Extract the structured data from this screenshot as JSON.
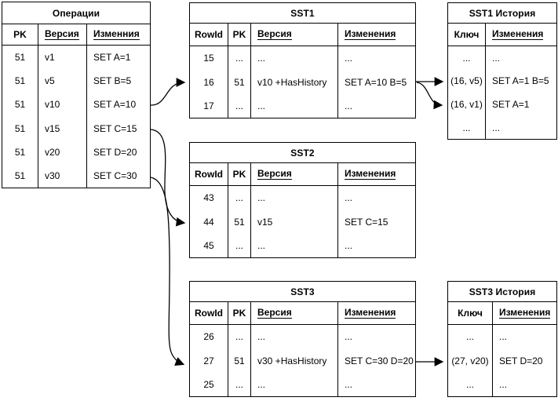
{
  "colors": {
    "line": "#000000",
    "background": "#ffffff"
  },
  "tables": {
    "operations": {
      "title": "Операции",
      "headers": [
        "PK",
        "Версия",
        "Изменния"
      ],
      "rows": [
        [
          "51",
          "v1",
          "SET A=1"
        ],
        [
          "51",
          "v5",
          "SET B=5"
        ],
        [
          "51",
          "v10",
          "SET A=10"
        ],
        [
          "51",
          "v15",
          "SET C=15"
        ],
        [
          "51",
          "v20",
          "SET D=20"
        ],
        [
          "51",
          "v30",
          "SET C=30"
        ]
      ]
    },
    "sst1": {
      "title": "SST1",
      "headers": [
        "RowId",
        "PK",
        "Версия",
        "Изменения"
      ],
      "rows": [
        [
          "15",
          "...",
          "...",
          "..."
        ],
        [
          "16",
          "51",
          "v10 +HasHistory",
          "SET A=10 B=5"
        ],
        [
          "17",
          "...",
          "...",
          "..."
        ]
      ]
    },
    "sst1_history": {
      "title": "SST1 История",
      "headers": [
        "Ключ",
        "Изменения"
      ],
      "rows": [
        [
          "...",
          "..."
        ],
        [
          "(16, v5)",
          "SET A=1 B=5"
        ],
        [
          "(16, v1)",
          "SET A=1"
        ],
        [
          "...",
          "..."
        ]
      ]
    },
    "sst2": {
      "title": "SST2",
      "headers": [
        "RowId",
        "PK",
        "Версия",
        "Изменения"
      ],
      "rows": [
        [
          "43",
          "...",
          "...",
          "..."
        ],
        [
          "44",
          "51",
          "v15",
          "SET C=15"
        ],
        [
          "45",
          "...",
          "...",
          "..."
        ]
      ]
    },
    "sst3": {
      "title": "SST3",
      "headers": [
        "RowId",
        "PK",
        "Версия",
        "Изменения"
      ],
      "rows": [
        [
          "26",
          "...",
          "...",
          "..."
        ],
        [
          "27",
          "51",
          "v30 +HasHistory",
          "SET C=30 D=20"
        ],
        [
          "25",
          "...",
          "...",
          "..."
        ]
      ]
    },
    "sst3_history": {
      "title": "SST3 История",
      "headers": [
        "Ключ",
        "Изменения"
      ],
      "rows": [
        [
          "...",
          "..."
        ],
        [
          "(27, v20)",
          "SET D=20"
        ],
        [
          "...",
          "..."
        ]
      ]
    }
  },
  "arrows": [
    {
      "from": "Операции row v10 (SET A=10)",
      "to": "SST1 row 16"
    },
    {
      "from": "Операции row v15 (SET C=15)",
      "to": "SST2 row 44"
    },
    {
      "from": "Операции row v30 (SET C=30)",
      "to": "SST3 row 27"
    },
    {
      "from": "SST1 row 16",
      "to": "SST1 История (16, v5)"
    },
    {
      "from": "SST1 row 16",
      "to": "SST1 История (16, v1)"
    },
    {
      "from": "SST3 row 27",
      "to": "SST3 История (27, v20)"
    }
  ]
}
